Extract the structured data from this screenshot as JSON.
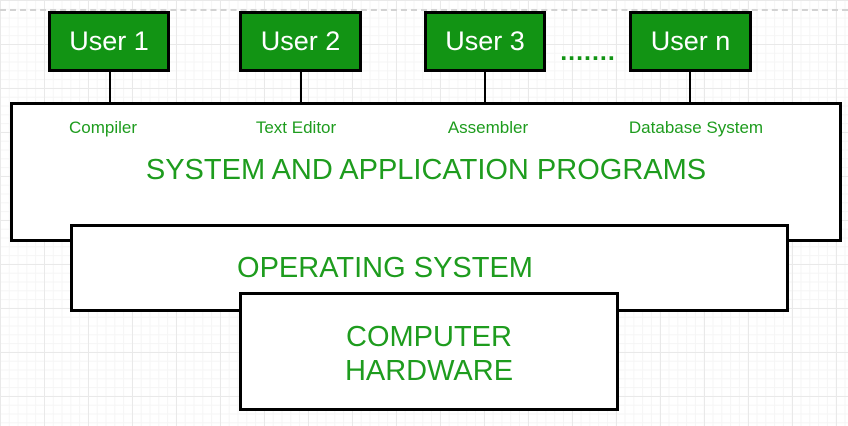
{
  "diagram": {
    "users": [
      {
        "label": "User 1"
      },
      {
        "label": "User 2"
      },
      {
        "label": "User 3"
      },
      {
        "label": "User n"
      }
    ],
    "ellipsis": ".......",
    "programs_layer": {
      "app_labels": [
        {
          "label": "Compiler"
        },
        {
          "label": "Text Editor"
        },
        {
          "label": "Assembler"
        },
        {
          "label": "Database System"
        }
      ],
      "title": "SYSTEM AND APPLICATION PROGRAMS"
    },
    "os_layer": {
      "title": "OPERATING SYSTEM"
    },
    "hardware_layer": {
      "title_line1": "COMPUTER",
      "title_line2": "HARDWARE"
    }
  },
  "colors": {
    "user_box_fill": "#129414",
    "user_box_text": "#ffffff",
    "diagram_text_green": "#1e9c1e",
    "box_border": "#000000",
    "guide_dash": "#d2d2d2",
    "grid_minor": "#f5f5f5",
    "grid_major": "#e9e9e9"
  }
}
